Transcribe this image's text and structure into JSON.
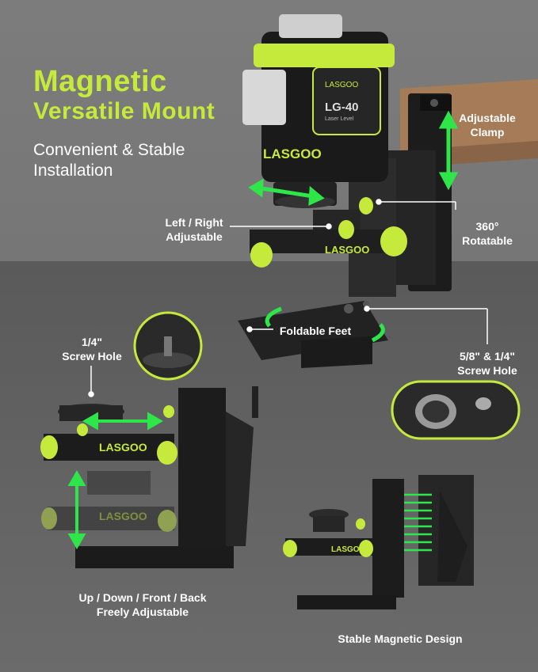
{
  "headline": {
    "line1": "Magnetic",
    "line2": "Versatile Mount",
    "subtitle": "Convenient & Stable\nInstallation"
  },
  "callouts": {
    "adjustable_clamp": "Adjustable\nClamp",
    "left_right": "Left / Right\nAdjustable",
    "rotatable": "360°\nRotatable",
    "foldable_feet": "Foldable Feet",
    "screw_hole_quarter": "1/4\"\nScrew Hole",
    "screw_hole_both": "5/8\" & 1/4\"\nScrew Hole",
    "up_down": "Up / Down / Front / Back\nFreely Adjustable",
    "stable_magnetic": "Stable Magnetic Design"
  },
  "product": {
    "brand": "LASGOO",
    "model": "LG-40",
    "model_sub": "Laser Level"
  },
  "colors": {
    "accent_green": "#c6ea3c",
    "laser_green": "#2fe64a"
  }
}
